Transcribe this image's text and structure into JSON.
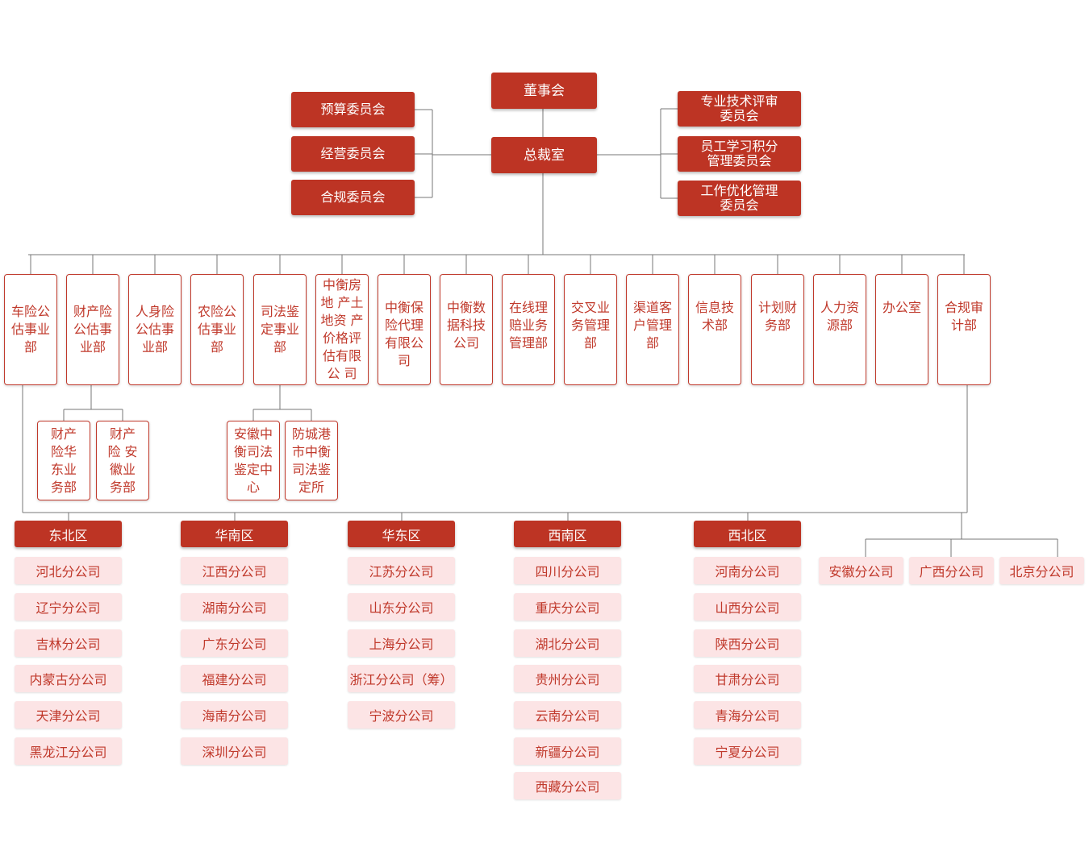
{
  "board": "董事会",
  "president": "总裁室",
  "left_committees": [
    "预算委员会",
    "经营委员会",
    "合规委员会"
  ],
  "right_committees": [
    "专业技术评审\n委员会",
    "员工学习积分\n管理委员会",
    "工作优化管理\n委员会"
  ],
  "departments": [
    "车险公\n估事业\n部",
    "财产险\n公估事\n业部",
    "人身险\n公估事\n业部",
    "农险公\n估事业\n部",
    "司法鉴\n定事业\n部",
    "中衡房\n地 产土\n地资 产\n价格评\n估有限\n公 司",
    "中衡保\n险代理\n有限公\n司",
    "中衡数\n据科技\n公司",
    "在线理\n赔业务\n管理部",
    "交叉业\n务管理\n部",
    "渠道客\n户管理\n部",
    "信息技\n术部",
    "计划财\n务部",
    "人力资\n源部",
    "办公室",
    "合规审\n计部"
  ],
  "property_subs": [
    "财产\n险华\n东业\n务部",
    "财产\n险 安\n徽业\n务部"
  ],
  "judicial_subs": [
    "安徽中\n衡司法\n鉴定中\n心",
    "防城港\n市中衡\n司法鉴\n定所"
  ],
  "regions": [
    {
      "name": "东北区",
      "branches": [
        "河北分公司",
        "辽宁分公司",
        "吉林分公司",
        "内蒙古分公司",
        "天津分公司",
        "黑龙江分公司"
      ]
    },
    {
      "name": "华南区",
      "branches": [
        "江西分公司",
        "湖南分公司",
        "广东分公司",
        "福建分公司",
        "海南分公司",
        "深圳分公司"
      ]
    },
    {
      "name": "华东区",
      "branches": [
        "江苏分公司",
        "山东分公司",
        "上海分公司",
        "浙江分公司（筹）",
        "宁波分公司"
      ]
    },
    {
      "name": "西南区",
      "branches": [
        "四川分公司",
        "重庆分公司",
        "湖北分公司",
        "贵州分公司",
        "云南分公司",
        "新疆分公司",
        "西藏分公司"
      ]
    },
    {
      "name": "西北区",
      "branches": [
        "河南分公司",
        "山西分公司",
        "陕西分公司",
        "甘肃分公司",
        "青海分公司",
        "宁夏分公司"
      ]
    }
  ],
  "direct_branches": [
    "安徽分公司",
    "广西分公司",
    "北京分公司"
  ],
  "colors": {
    "primary": "#bd3424",
    "branch_bg": "#fce4e5",
    "text_red": "#c0392b",
    "line": "#777777"
  }
}
